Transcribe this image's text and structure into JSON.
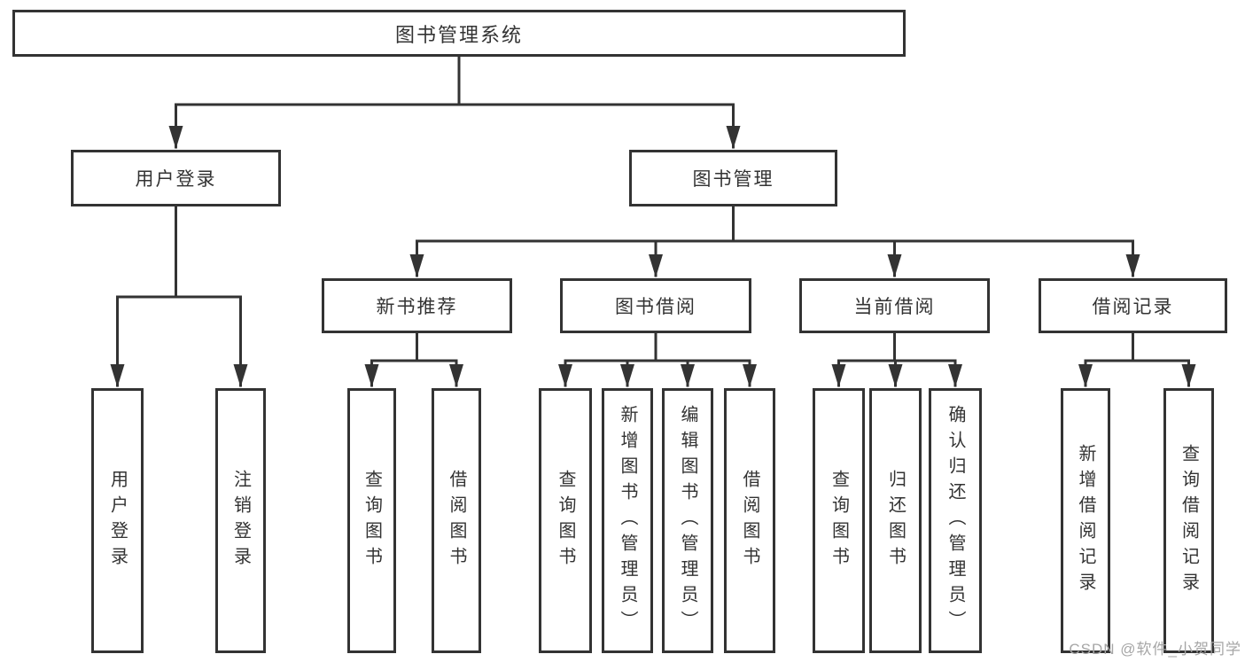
{
  "diagram_type": "hierarchy-tree",
  "colors": {
    "line": "#333333",
    "box_border": "#333333",
    "box_fill": "#ffffff",
    "text": "#333333",
    "watermark": "#a6a6a6",
    "background": "#ffffff"
  },
  "tree": {
    "label": "图书管理系统",
    "children": [
      {
        "label": "用户登录",
        "children": [
          {
            "label": "用户登录"
          },
          {
            "label": "注销登录"
          }
        ]
      },
      {
        "label": "图书管理",
        "children": [
          {
            "label": "新书推荐",
            "children": [
              {
                "label": "查询图书"
              },
              {
                "label": "借阅图书"
              }
            ]
          },
          {
            "label": "图书借阅",
            "children": [
              {
                "label": "查询图书"
              },
              {
                "label": "新增图书（管理员）"
              },
              {
                "label": "编辑图书（管理员）"
              },
              {
                "label": "借阅图书"
              }
            ]
          },
          {
            "label": "当前借阅",
            "children": [
              {
                "label": "查询图书"
              },
              {
                "label": "归还图书"
              },
              {
                "label": "确认归还（管理员）"
              }
            ]
          },
          {
            "label": "借阅记录",
            "children": [
              {
                "label": "新增借阅记录"
              },
              {
                "label": "查询借阅记录"
              }
            ]
          }
        ]
      }
    ]
  },
  "watermark": {
    "text": "CSDN @软件_小贺同学"
  }
}
